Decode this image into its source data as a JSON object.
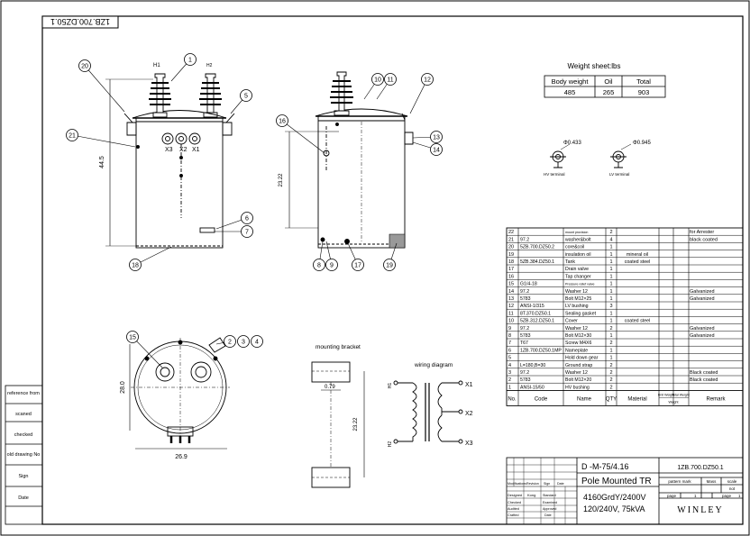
{
  "drawing_number_rotated": "1ZB.700.DZ50.1",
  "weight_table": {
    "title": "Weight sheet:lbs",
    "headers": [
      "Body weight",
      "Oil",
      "Total"
    ],
    "values": [
      "485",
      "265",
      "903"
    ]
  },
  "dimensions": {
    "front_height": "44.5",
    "side_height": "23.22",
    "top_height": "28.0",
    "top_width": "26.9",
    "bracket_width": "0.79",
    "bracket_height": "23.22"
  },
  "terminal_labels": {
    "h1": "H1",
    "h2": "H2",
    "x1": "X1",
    "x2": "X2",
    "x3": "X3",
    "hv_dia": "Φ0.433",
    "lv_dia": "Φ0.945",
    "hv": "HV terminal",
    "lv": "LV terminal"
  },
  "section_titles": {
    "bracket": "mounting bracket",
    "wiring": "wiring diagram"
  },
  "wiring_labels": [
    "H1",
    "H2",
    "X1",
    "X2",
    "X3"
  ],
  "callouts": [
    "1",
    "2",
    "3",
    "4",
    "5",
    "6",
    "7",
    "8",
    "9",
    "10",
    "11",
    "12",
    "13",
    "14",
    "15",
    "16",
    "17",
    "18",
    "19",
    "20",
    "21"
  ],
  "bom_headers": [
    "No.",
    "Code",
    "Name",
    "QTY",
    "Material",
    "Unit Weight",
    "Total Weight",
    "Remark"
  ],
  "bom_rows": [
    {
      "no": "22",
      "code": "",
      "name": "mount provision",
      "qty": "2",
      "material": "",
      "remark": "for Arrester"
    },
    {
      "no": "21",
      "code": "97.2",
      "name": "washer&bolt",
      "qty": "4",
      "material": "",
      "remark": "black coated"
    },
    {
      "no": "20",
      "code": "5ZB.700.DZ50.2",
      "name": "core&coil",
      "qty": "1",
      "material": "",
      "remark": ""
    },
    {
      "no": "19",
      "code": "",
      "name": "insulation oil",
      "qty": "1",
      "material": "mineral oil",
      "remark": ""
    },
    {
      "no": "18",
      "code": "5ZB.384.DZ50.1",
      "name": "Tank",
      "qty": "1",
      "material": "coated steel",
      "remark": ""
    },
    {
      "no": "17",
      "code": "",
      "name": "Drain valve",
      "qty": "1",
      "material": "",
      "remark": ""
    },
    {
      "no": "16",
      "code": "",
      "name": "Tap changer",
      "qty": "1",
      "material": "",
      "remark": ""
    },
    {
      "no": "15",
      "code": "G1/4-18",
      "name": "Pressure relief valve",
      "qty": "1",
      "material": "",
      "remark": ""
    },
    {
      "no": "14",
      "code": "97.2",
      "name": "Washer 12",
      "qty": "1",
      "material": "",
      "remark": "Galvanized"
    },
    {
      "no": "13",
      "code": "5783",
      "name": "Bolt M12×25",
      "qty": "1",
      "material": "",
      "remark": "Galvanized"
    },
    {
      "no": "12",
      "code": "ANSI-1/315",
      "name": "LV bushing",
      "qty": "3",
      "material": "",
      "remark": ""
    },
    {
      "no": "11",
      "code": "8T.370.DZ50.1",
      "name": "Sealing gasket",
      "qty": "1",
      "material": "",
      "remark": ""
    },
    {
      "no": "10",
      "code": "5ZB.312.DZ50.1",
      "name": "Cover",
      "qty": "1",
      "material": "coated steel",
      "remark": ""
    },
    {
      "no": "9",
      "code": "97.2",
      "name": "Washer 12",
      "qty": "2",
      "material": "",
      "remark": "Galvanized"
    },
    {
      "no": "8",
      "code": "5783",
      "name": "Bolt M12×30",
      "qty": "1",
      "material": "",
      "remark": "Galvanized"
    },
    {
      "no": "7",
      "code": "T67",
      "name": "Screw M4X6",
      "qty": "2",
      "material": "",
      "remark": ""
    },
    {
      "no": "6",
      "code": "1ZB.700.DZ50.1MP",
      "name": "Nameplate",
      "qty": "1",
      "material": "",
      "remark": ""
    },
    {
      "no": "5",
      "code": "",
      "name": "Hold down gear",
      "qty": "1",
      "material": "",
      "remark": ""
    },
    {
      "no": "4",
      "code": "L=180,B=30",
      "name": "Ground strap",
      "qty": "2",
      "material": "",
      "remark": ""
    },
    {
      "no": "3",
      "code": "97.2",
      "name": "Washer 12",
      "qty": "2",
      "material": "",
      "remark": "Black coated"
    },
    {
      "no": "2",
      "code": "5783",
      "name": "Bolt M12×20",
      "qty": "2",
      "material": "",
      "remark": "Black coated"
    },
    {
      "no": "1",
      "code": "ANSI-15/50",
      "name": "HV bushing",
      "qty": "2",
      "material": "",
      "remark": ""
    }
  ],
  "title_block": {
    "spec_code": "D -M-75/4.16",
    "product": "Pole Mounted TR",
    "voltage_1": "4160GrdY/2400V",
    "voltage_2": "120/240V, 75kVA",
    "drawing_no": "1ZB.700.DZ50.1",
    "company": "WINLEY",
    "header_labels": [
      "Modifications",
      "Revision",
      "Sign",
      "Date"
    ],
    "role_labels": [
      "Designed",
      "Checked",
      "Audited",
      "Crafted"
    ],
    "role_names": [
      "Kong",
      "",
      "",
      ""
    ],
    "std_labels": [
      "Standard",
      "Examined",
      "Approved",
      "Date"
    ],
    "meta_labels": [
      "pattern mark",
      "Mass",
      "scale"
    ],
    "scale_value": "not",
    "page_labels": [
      "page",
      "1",
      "page",
      "1"
    ]
  },
  "side_labels": [
    "reference from",
    "scaned",
    "checked",
    "old drawing No",
    "Sign",
    "Date"
  ]
}
